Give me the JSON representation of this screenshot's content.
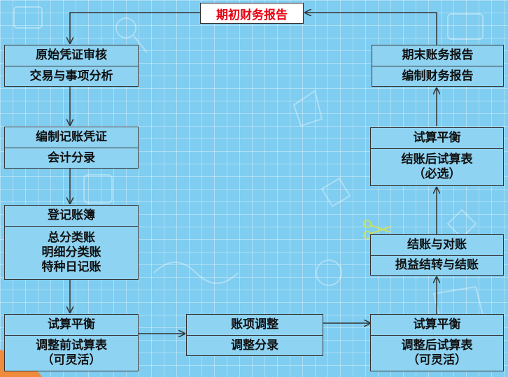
{
  "title": "期初财务报告",
  "boxes": {
    "audit": {
      "line1": "原始凭证审核",
      "line2": "交易与事项分析"
    },
    "voucher": {
      "line1": "编制记账凭证",
      "line2": "会计分录"
    },
    "ledger": {
      "line1": "登记账簿",
      "lines": [
        "总分类账",
        "明细分类账",
        "特种日记账"
      ]
    },
    "trial_pre": {
      "line1": "试算平衡",
      "lines": [
        "调整前试算表",
        "（可灵活）"
      ]
    },
    "adjust": {
      "line1": "账项调整",
      "line2": "调整分录"
    },
    "trial_post": {
      "line1": "试算平衡",
      "lines": [
        "调整后试算表",
        "（可灵活）"
      ]
    },
    "closing": {
      "line1": "结账与对账",
      "line2": "损益结转与结账"
    },
    "trial_close": {
      "line1": "试算平衡",
      "lines": [
        "结账后试算表",
        "（必选）"
      ]
    },
    "report_end": {
      "line1": "期末账务报告",
      "line2": "编制财务报告"
    }
  },
  "colors": {
    "title_text": "#e60012",
    "box_fill": "#8fd3f2",
    "background": "#7fcdf0",
    "line": "#333333"
  }
}
